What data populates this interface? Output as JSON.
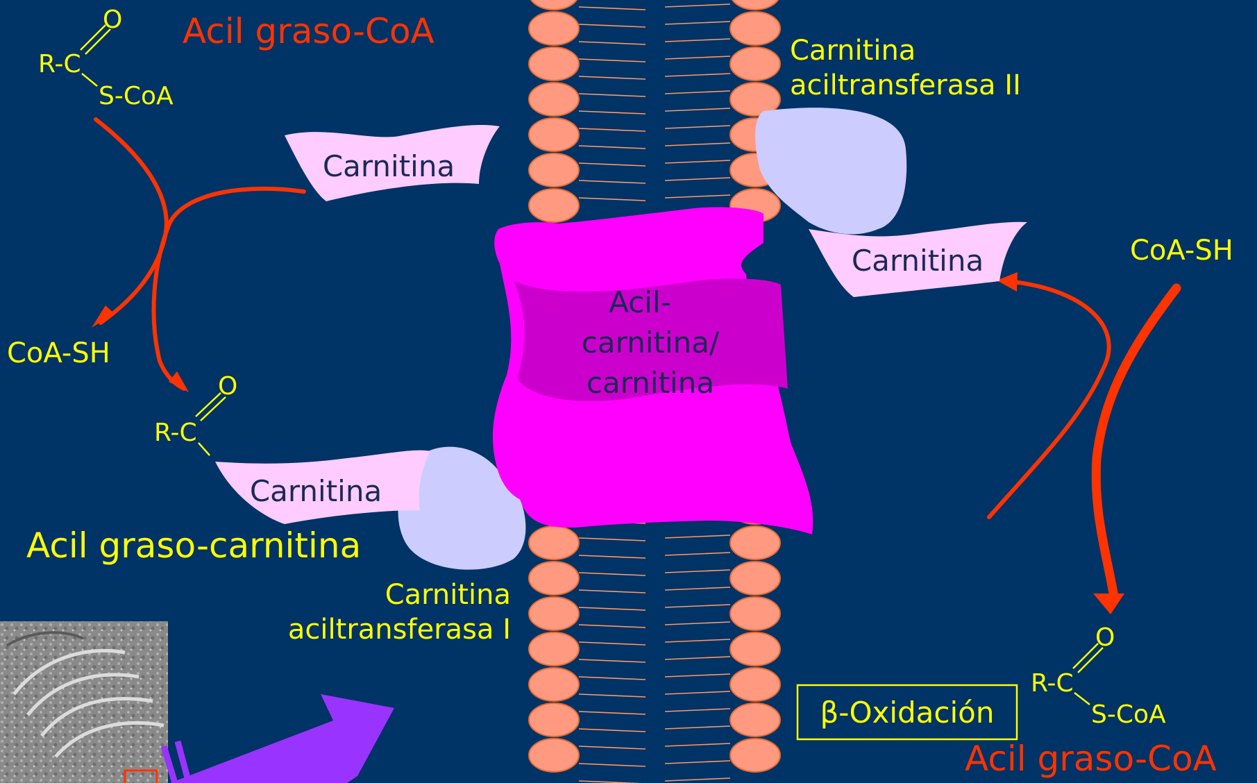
{
  "labels": {
    "acil_graso_coa_top": "Acil graso-CoA",
    "acil_graso_coa_bottom": "Acil graso-CoA",
    "carnitina_1": "Carnitina",
    "carnitina_2": "Carnitina",
    "carnitina_3": "Carnitina",
    "coa_sh_left": "CoA-SH",
    "coa_sh_right": "CoA-SH",
    "cat2_line1": "Carnitina",
    "cat2_line2": "aciltransferasa II",
    "cat1_line1": "Carnitina",
    "cat1_line2": "aciltransferasa I",
    "acil_graso_carnitina": "Acil graso-carnitina",
    "translocase_line1": "Acil-",
    "translocase_line2": "carnitina/",
    "translocase_line3": "carnitina",
    "beta_oxidacion": "β-Oxidación"
  },
  "chem": {
    "rc": "R-C",
    "o": "O",
    "scoa": "S-CoA"
  },
  "colors": {
    "background": "#003366",
    "membrane_head": "#FF9980",
    "membrane_outline": "#E86A2E",
    "lipid_tail": "#FF9966",
    "translocase": "#FF00FF",
    "translocase_inner": "#CC00CC",
    "enzyme": "#CCCCFF",
    "carnitine_tag": "#FFCCFF",
    "arrow": "#FF3300",
    "text_yellow": "#FFFF00",
    "text_red": "#FF3300",
    "big_arrow": "#9933FF"
  }
}
